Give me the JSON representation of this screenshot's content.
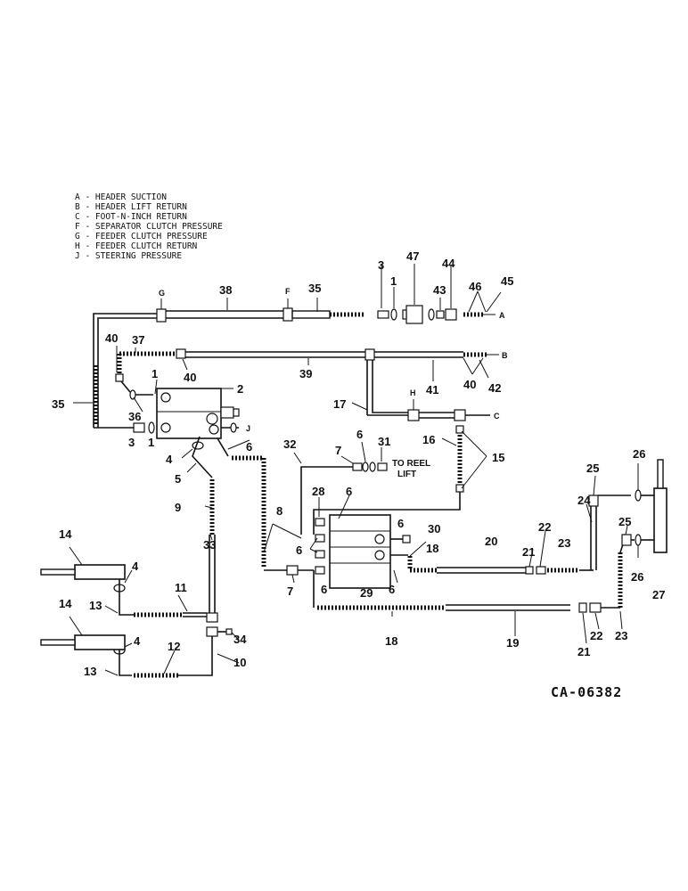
{
  "legend": [
    "A - HEADER SUCTION",
    "B - HEADER LIFT RETURN",
    "C - FOOT-N-INCH RETURN",
    "F - SEPARATOR CLUTCH PRESSURE",
    "G - FEEDER CLUTCH PRESSURE",
    "H - FEEDER CLUTCH RETURN",
    "J - STEERING PRESSURE"
  ],
  "letters": {
    "a": "A",
    "b": "B",
    "c": "C",
    "f": "F",
    "g": "G",
    "h": "H",
    "j": "J"
  },
  "callouts": {
    "n1": "1",
    "n2": "2",
    "n3": "3",
    "n4": "4",
    "n5": "5",
    "n6": "6",
    "n7": "7",
    "n8": "8",
    "n9": "9",
    "n10": "10",
    "n11": "11",
    "n12": "12",
    "n13": "13",
    "n14": "14",
    "n15": "15",
    "n16": "16",
    "n17": "17",
    "n18": "18",
    "n19": "19",
    "n20": "20",
    "n21": "21",
    "n22": "22",
    "n23": "23",
    "n24": "24",
    "n25": "25",
    "n26": "26",
    "n27": "27",
    "n28": "28",
    "n29": "29",
    "n30": "30",
    "n31": "31",
    "n32": "32",
    "n33": "33",
    "n34": "34",
    "n35": "35",
    "n36": "36",
    "n37": "37",
    "n38": "38",
    "n39": "39",
    "n40": "40",
    "n41": "41",
    "n42": "42",
    "n43": "43",
    "n44": "44",
    "n45": "45",
    "n46": "46",
    "n47": "47"
  },
  "notes": {
    "reel_1": "TO REEL",
    "reel_2": "LIFT"
  },
  "drawing_number": "CA-06382"
}
